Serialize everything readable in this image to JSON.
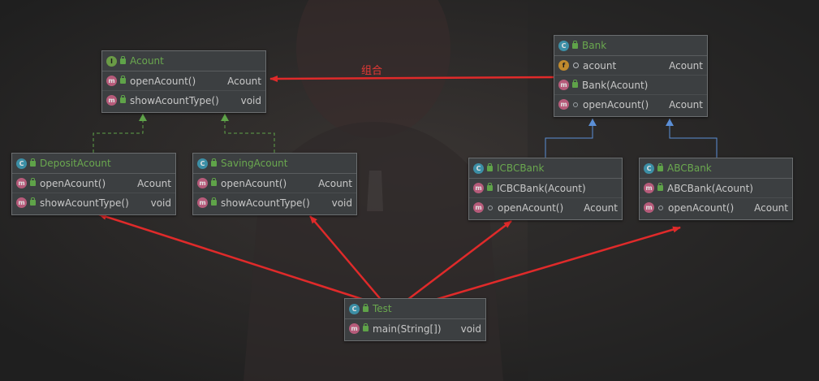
{
  "colors": {
    "background": "#2b2b2b",
    "box": "#3c3f41",
    "class_name": "#6aa84f",
    "arrow_red": "#e02a2a",
    "inherit_green": "#5fa349",
    "inherit_blue": "#5b8fd6"
  },
  "association_label": "组合",
  "classes": {
    "acount": {
      "name": "Acount",
      "kind_icon": "interface-icon",
      "rows": [
        {
          "icon": "method-icon",
          "name": "openAcount()",
          "type": "Acount"
        },
        {
          "icon": "method-icon",
          "name": "showAcountType()",
          "type": "void"
        }
      ]
    },
    "deposit": {
      "name": "DepositAcount",
      "kind_icon": "class-icon",
      "rows": [
        {
          "icon": "method-icon",
          "name": "openAcount()",
          "type": "Acount"
        },
        {
          "icon": "method-icon",
          "name": "showAcountType()",
          "type": "void"
        }
      ]
    },
    "saving": {
      "name": "SavingAcount",
      "kind_icon": "class-icon",
      "rows": [
        {
          "icon": "method-icon",
          "name": "openAcount()",
          "type": "Acount"
        },
        {
          "icon": "method-icon",
          "name": "showAcountType()",
          "type": "void"
        }
      ]
    },
    "bank": {
      "name": "Bank",
      "kind_icon": "abstract-class-icon",
      "rows": [
        {
          "icon": "field-icon",
          "name": "acount",
          "type": "Acount"
        },
        {
          "icon": "method-icon",
          "name": "Bank(Acount)",
          "type": ""
        },
        {
          "icon": "method-icon",
          "name": "openAcount()",
          "type": "Acount"
        }
      ]
    },
    "icbc": {
      "name": "ICBCBank",
      "kind_icon": "class-icon",
      "rows": [
        {
          "icon": "method-icon",
          "name": "ICBCBank(Acount)",
          "type": ""
        },
        {
          "icon": "method-icon",
          "name": "openAcount()",
          "type": "Acount"
        }
      ]
    },
    "abc": {
      "name": "ABCBank",
      "kind_icon": "class-icon",
      "rows": [
        {
          "icon": "method-icon",
          "name": "ABCBank(Acount)",
          "type": ""
        },
        {
          "icon": "method-icon",
          "name": "openAcount()",
          "type": "Acount"
        }
      ]
    },
    "test": {
      "name": "Test",
      "kind_icon": "class-icon",
      "rows": [
        {
          "icon": "method-icon",
          "name": "main(String[])",
          "type": "void"
        }
      ]
    }
  }
}
